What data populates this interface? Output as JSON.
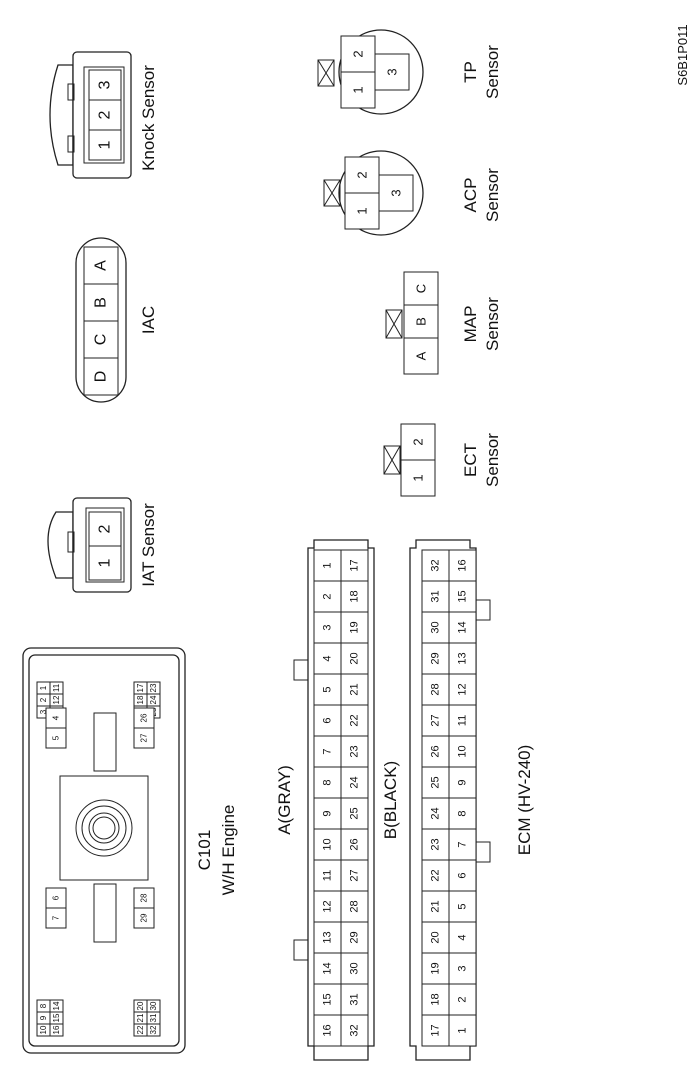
{
  "diagram": {
    "code": "S6B1P011",
    "c101": {
      "title": "C101",
      "subtitle": "W/H Engine",
      "pins": [
        "1",
        "2",
        "3",
        "4",
        "5",
        "6",
        "7",
        "8",
        "9",
        "10",
        "11",
        "12",
        "13",
        "14",
        "15",
        "16",
        "17",
        "18",
        "19",
        "20",
        "21",
        "22",
        "23",
        "24",
        "25",
        "26",
        "27",
        "28",
        "29",
        "30",
        "31",
        "32"
      ]
    },
    "ecm": {
      "title": "ECM (HV-240)",
      "connector_a": {
        "label": "A(GRAY)",
        "row_top": [
          "16",
          "15",
          "14",
          "13",
          "12",
          "11",
          "10",
          "9",
          "8",
          "7",
          "6",
          "5",
          "4",
          "3",
          "2",
          "1"
        ],
        "row_bottom": [
          "32",
          "31",
          "30",
          "29",
          "28",
          "27",
          "26",
          "25",
          "24",
          "23",
          "22",
          "21",
          "20",
          "19",
          "18",
          "17"
        ]
      },
      "connector_b": {
        "label": "B(BLACK)",
        "row_top": [
          "17",
          "18",
          "19",
          "20",
          "21",
          "22",
          "23",
          "24",
          "25",
          "26",
          "27",
          "28",
          "29",
          "30",
          "31",
          "32"
        ],
        "row_bottom": [
          "1",
          "2",
          "3",
          "4",
          "5",
          "6",
          "7",
          "8",
          "9",
          "10",
          "11",
          "12",
          "13",
          "14",
          "15",
          "16"
        ]
      }
    },
    "iat": {
      "label": "IAT Sensor",
      "pins": [
        "1",
        "2"
      ]
    },
    "iac": {
      "label": "IAC",
      "pins": [
        "A",
        "B",
        "C",
        "D"
      ]
    },
    "knock": {
      "label": "Knock Sensor",
      "pins": [
        "1",
        "2",
        "3"
      ]
    },
    "ect": {
      "label_1": "ECT",
      "label_2": "Sensor",
      "pins": [
        "1",
        "2"
      ]
    },
    "map": {
      "label_1": "MAP",
      "label_2": "Sensor",
      "pins": [
        "A",
        "B",
        "C"
      ]
    },
    "acp": {
      "label_1": "ACP",
      "label_2": "Sensor",
      "pins": [
        "1",
        "2",
        "3"
      ]
    },
    "tp": {
      "label_1": "TP",
      "label_2": "Sensor",
      "pins": [
        "1",
        "2",
        "3"
      ]
    }
  }
}
